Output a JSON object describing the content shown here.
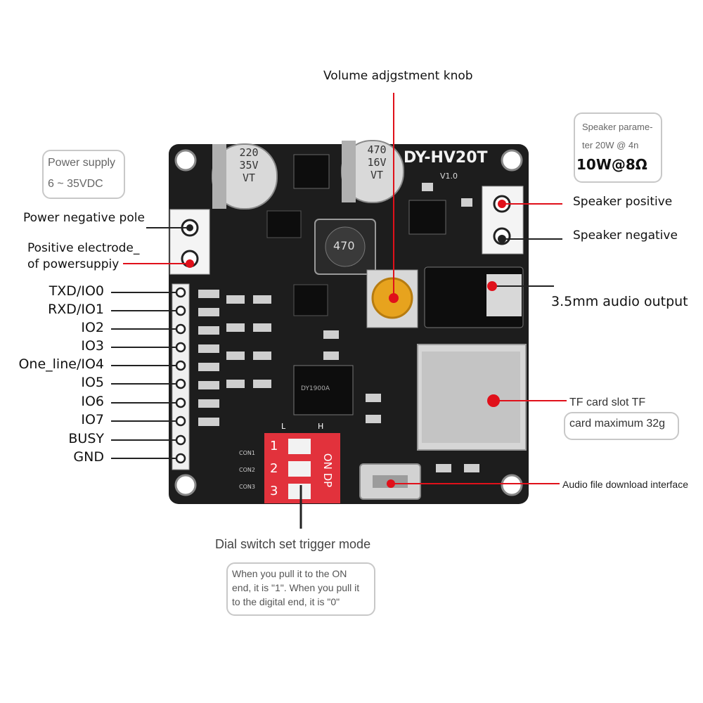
{
  "board": {
    "model": "DY-HV20T",
    "version": "V1.0",
    "cap_left": [
      "220",
      "35V",
      "VT"
    ],
    "cap_right": [
      "470",
      "16V",
      "VT"
    ],
    "inductor": "470",
    "chip": "DY1900A",
    "dip_header": [
      "L",
      "H"
    ],
    "dip_numbers": [
      "1",
      "2",
      "3"
    ],
    "dip_text": "ON DP",
    "con_labels": [
      "CON1",
      "CON2",
      "CON3"
    ]
  },
  "labels": {
    "volume": "Volume adjgstment knob",
    "power_supply_line1": "Power supply",
    "power_supply_line2": "6 ~ 35VDC",
    "speaker_param_line1": "Speaker parame-",
    "speaker_param_line2": "ter 20W @ 4n",
    "speaker_param_line3": "10W@8Ω",
    "power_negative": "Power negative pole",
    "positive_line1": "Positive electrode_",
    "positive_line2": "of powersuppiy",
    "speaker_positive": "Speaker positive",
    "speaker_negative": "Speaker negative",
    "audio_output": "3.5mm audio output",
    "tf_line1": "TF card slot TF",
    "tf_line2": "card maximum 32g",
    "download": "Audio file download interface",
    "dial_switch": "Dial switch set trigger mode",
    "dial_note_line1": "When you pull it to the ON",
    "dial_note_line2": "end, it is \"1\". When you pull it",
    "dial_note_line3": "to the digital end, it is \"0\""
  },
  "pins": [
    "TXD/IO0",
    "RXD/IO1",
    "IO2",
    "IO3",
    "One_line/IO4",
    "IO5",
    "IO6",
    "IO7",
    "BUSY",
    "GND"
  ],
  "colors": {
    "pcb": "#1d1d1d",
    "pointer_red": "#e0101a",
    "dip_red": "#e2323c",
    "trimmer": "#e7a31e"
  }
}
